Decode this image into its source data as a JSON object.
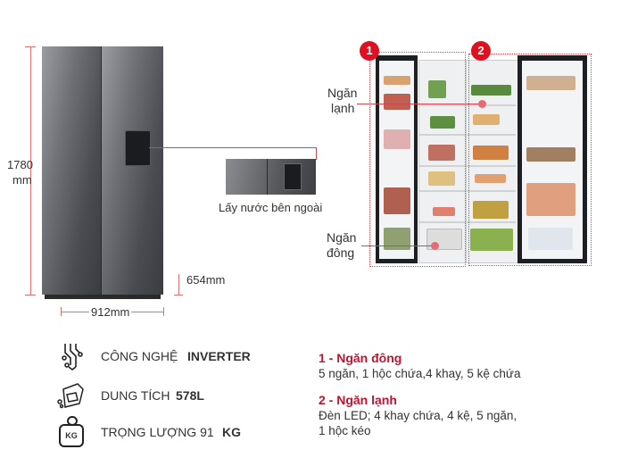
{
  "dimensions": {
    "height": "1780",
    "height_unit": "mm",
    "width": "912mm",
    "dispenser_height": "654mm"
  },
  "dispenser_caption": "Lấy nước bên ngoài",
  "callouts": {
    "cool": "Ngăn\nlạnh",
    "cool_1": "Ngăn",
    "cool_2": "lạnh",
    "freeze_1": "Ngăn",
    "freeze_2": "đông"
  },
  "badges": [
    "1",
    "2"
  ],
  "features": [
    {
      "icon": "inverter-circuit-icon",
      "label": "CÔNG NGHỆ ",
      "bold": "INVERTER"
    },
    {
      "icon": "capacity-box-icon",
      "label": "DUNG TÍCH ",
      "bold": "578L"
    },
    {
      "icon": "weight-kg-icon",
      "label": "TRỌNG LƯỢNG 91",
      "bold": "KG",
      "icon_text": "KG"
    }
  ],
  "compartments": [
    {
      "title": "1 - Ngăn đông",
      "desc": [
        "5 ngăn, 1 hộc chứa,4 khay, 5 kệ chứa"
      ]
    },
    {
      "title": "2 - Ngăn lạnh",
      "desc": [
        "Đèn LED; 4 khay chứa, 4 kệ, 5 ngăn,",
        "1 hộc kéo"
      ]
    }
  ],
  "colors": {
    "accent": "#c8102e",
    "badge": "#e01020",
    "callout_line": "#c94a55"
  }
}
